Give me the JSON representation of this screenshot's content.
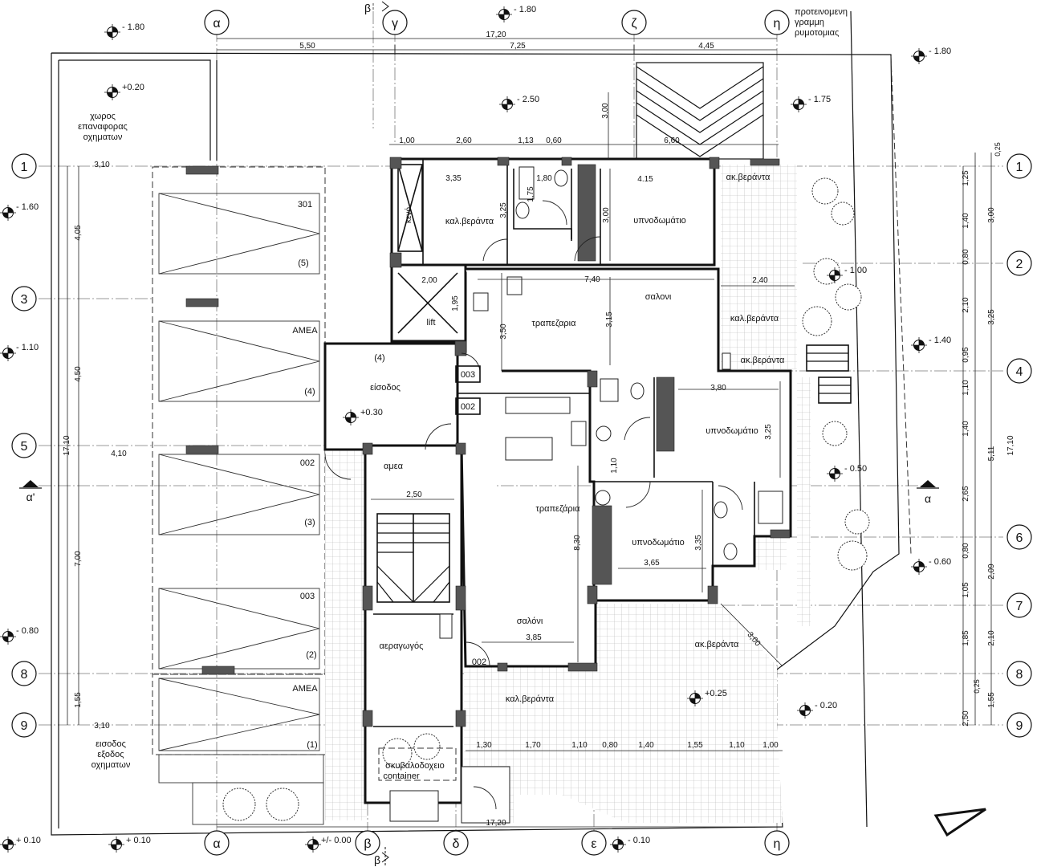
{
  "axes_top": [
    "α",
    "γ",
    "ζ",
    "η"
  ],
  "axes_bottom": [
    "α",
    "β",
    "δ",
    "ε",
    "η"
  ],
  "section_marks": [
    "β",
    "β",
    "α'",
    "α"
  ],
  "rows_left": [
    "1",
    "3",
    "5",
    "8",
    "9"
  ],
  "rows_right": [
    "1",
    "2",
    "4",
    "6",
    "7",
    "8",
    "9"
  ],
  "note": [
    "προτεινομενη",
    "γραμμη",
    "ρυμοτομιας"
  ],
  "levels": [
    "- 1.80",
    "- 1.80",
    "- 1.80",
    "+0.20",
    "- 2.50",
    "- 1.75",
    "- 1.60",
    "- 1.00",
    "- 1.10",
    "- 1.40",
    "+0.30",
    "- 0.50",
    "- 0.60",
    "- 0.80",
    "+0.25",
    "- 0.20",
    "+ 0.10",
    "+ 0.10",
    "+/- 0.00",
    "- 0.10"
  ],
  "rooms": {
    "vehicle_return": [
      "χωρος",
      "επαναφορας",
      "οχηματων"
    ],
    "vehicle_entry": [
      "εισοδος",
      "εξοδος",
      "οχηματων"
    ],
    "veranda": "καλ.βεράντα",
    "ak_veranda": "ακ.βεράντα",
    "bedroom": "υπνοδωμάτιο",
    "living": "σαλονι",
    "living2": "σαλόνι",
    "dining": "τραπεζαρια",
    "dining2": "τραπεζάρια",
    "entrance": "είσοδος",
    "lift": "lift",
    "void": "κενό",
    "amea_small": "αμεα",
    "air_duct": "αεραγωγός",
    "garbage": "σκυβαλοδοχειο",
    "container": "container"
  },
  "parking": [
    "301",
    "(5)",
    "ΑΜΕΑ",
    "(4)",
    "002",
    "(3)",
    "003",
    "(2)",
    "ΑΜΕΑ",
    "(1)"
  ],
  "unit_labels": [
    "(4)",
    "003",
    "002",
    "002"
  ],
  "dimensions": {
    "top_total": "17,20",
    "top_parts": [
      "5,50",
      "7,25",
      "4,45"
    ],
    "upper_row": [
      "1,00",
      "2,60",
      "1,13",
      "0,60",
      "6,60"
    ],
    "lower_row": [
      "1,30",
      "1,70",
      "1,10",
      "0,80",
      "1,40",
      "1,55",
      "1,10",
      "1,00"
    ],
    "bottom_total": "17,20",
    "left_total": "17,10",
    "left_parts": [
      "4,05",
      "4,50",
      "7,00",
      "1,55"
    ],
    "left_small": [
      "3,10",
      "4,10",
      "3,10"
    ],
    "right_outer": [
      "0,25",
      "3,00",
      "3,25",
      "5,11",
      "2,09",
      "2,10",
      "1,55"
    ],
    "right_inner": [
      "1,25",
      "1,40",
      "0,80",
      "2,10",
      "0,95",
      "1,10",
      "1,40",
      "2,65",
      "0,80",
      "1,05",
      "1,85",
      "0,25",
      "2,50"
    ],
    "right_total": "17,10",
    "rooms": [
      "3,35",
      "3,25",
      "1,80",
      "1,75",
      "4.15",
      "3,00",
      "3,00",
      "7,40",
      "2,40",
      "2,00",
      "1,95",
      "3,50",
      "3,15",
      "3,80",
      "3,25",
      "1,10",
      "2,50",
      "8,30",
      "3,35",
      "3,65",
      "3,85",
      "3,00"
    ]
  }
}
